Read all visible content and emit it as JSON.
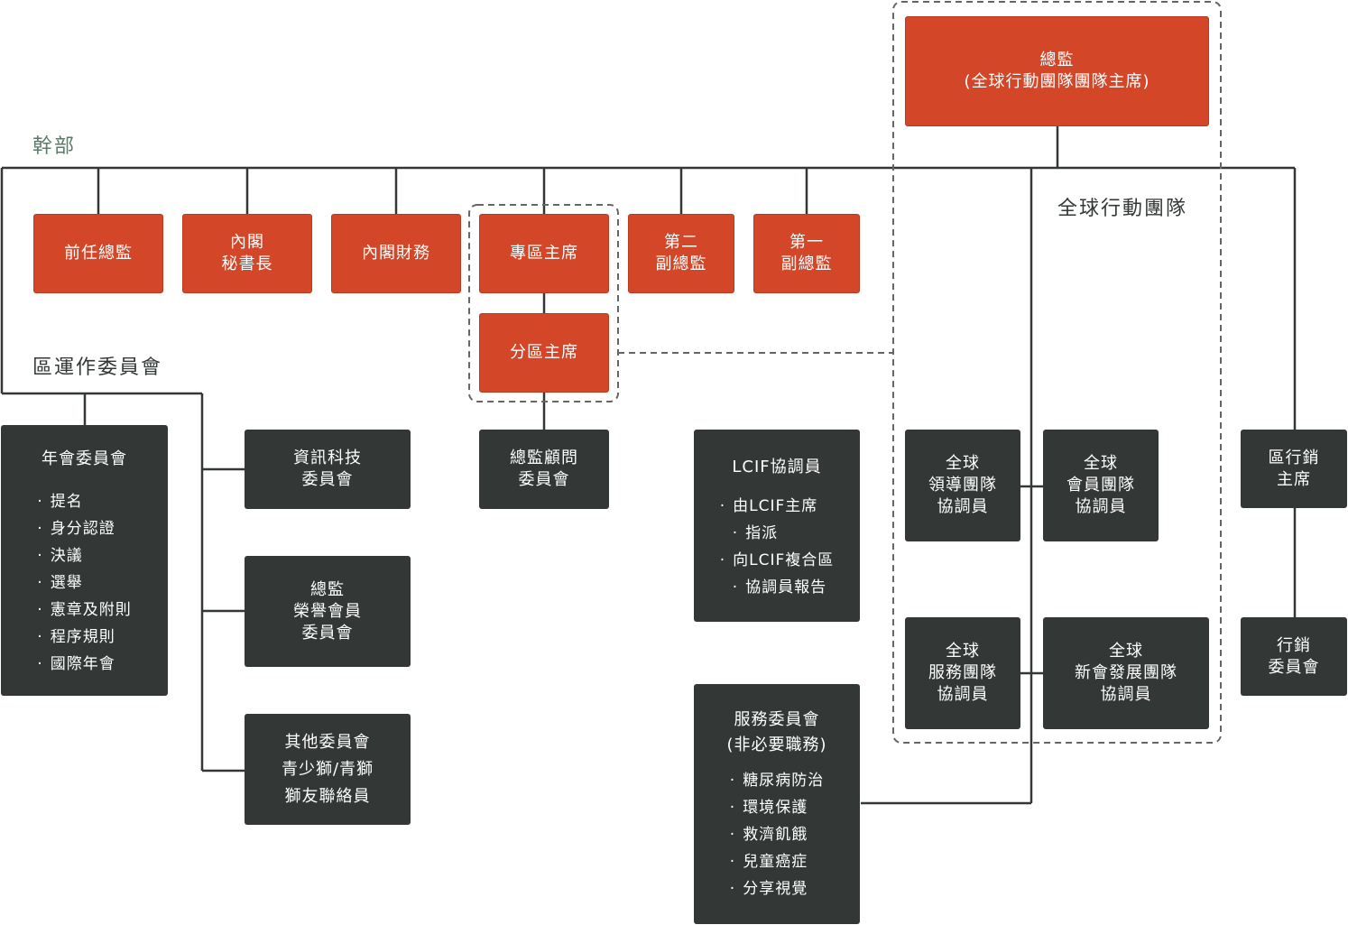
{
  "colors": {
    "red": "#d34628",
    "dark": "#333837",
    "line": "#333837",
    "dash": "#666666",
    "section_green": "#5b7a6a"
  },
  "sections": {
    "officers": "幹部",
    "district_committee": "區運作委員會",
    "global_action_team": "全球行動團隊"
  },
  "top": {
    "line1": "總監",
    "line2": "(全球行動團隊團隊主席)"
  },
  "officers": {
    "past_governor": "前任總監",
    "cabinet_secretary": [
      "內閣",
      "秘書長"
    ],
    "cabinet_treasurer": "內閣財務",
    "region_chair": "專區主席",
    "second_vice": [
      "第二",
      "副總監"
    ],
    "first_vice": [
      "第一",
      "副總監"
    ],
    "zone_chair": "分區主席"
  },
  "committees": {
    "convention": {
      "title": "年會委員會",
      "items": [
        "提名",
        "身分認證",
        "決議",
        "選舉",
        "憲章及附則",
        "程序規則",
        "國際年會"
      ]
    },
    "it": [
      "資訊科技",
      "委員會"
    ],
    "honorary": [
      "總監",
      "榮譽會員",
      "委員會"
    ],
    "other": [
      "其他委員會",
      "青少獅/青獅",
      "獅友聯絡員"
    ],
    "advisory": [
      "總監顧問",
      "委員會"
    ],
    "lcif": {
      "title": "LCIF協調員",
      "items": [
        "由LCIF主席",
        "指派",
        "向LCIF複合區",
        "協調員報告"
      ]
    },
    "service": {
      "title": "服務委員會",
      "subtitle": "(非必要職務)",
      "items": [
        "糖尿病防治",
        "環境保護",
        "救濟飢餓",
        "兒童癌症",
        "分享視覺"
      ]
    }
  },
  "gat": {
    "leadership": [
      "全球",
      "領導團隊",
      "協調員"
    ],
    "membership": [
      "全球",
      "會員團隊",
      "協調員"
    ],
    "service": [
      "全球",
      "服務團隊",
      "協調員"
    ],
    "extension": [
      "全球",
      "新會發展團隊",
      "協調員"
    ]
  },
  "marketing": {
    "chair": [
      "區行銷",
      "主席"
    ],
    "committee": [
      "行銷",
      "委員會"
    ]
  }
}
